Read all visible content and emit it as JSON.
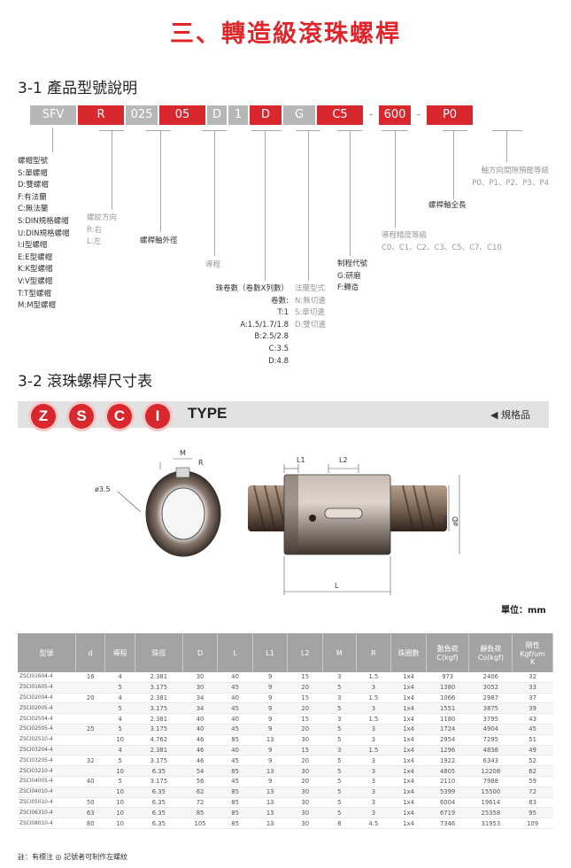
{
  "title": "三、轉造級滾珠螺桿",
  "section1": {
    "heading": "3-1 產品型號說明",
    "codes": [
      {
        "t": "SFV",
        "c": "g",
        "w": 52
      },
      {
        "t": "R",
        "c": "r",
        "w": 52
      },
      {
        "t": "025",
        "c": "g",
        "w": 36
      },
      {
        "t": "05",
        "c": "r",
        "w": 52
      },
      {
        "t": "D",
        "c": "g",
        "w": 22
      },
      {
        "t": "1",
        "c": "g",
        "w": 22
      },
      {
        "t": "D",
        "c": "r",
        "w": 36
      },
      {
        "t": "G",
        "c": "g",
        "w": 36
      },
      {
        "t": "C5",
        "c": "r",
        "w": 52
      },
      {
        "t": "-",
        "c": "d",
        "w": 14
      },
      {
        "t": "600",
        "c": "r",
        "w": 36
      },
      {
        "t": "-",
        "c": "d",
        "w": 14
      },
      {
        "t": "P0",
        "c": "r",
        "w": 52
      }
    ],
    "nut_type": "螺帽型號\nS:單螺帽\nD:雙螺帽\nF:有法蘭\nC:無法蘭\nS:DIN規格螺帽\nU:DIN規格螺帽\nI:I型螺帽\nE:E型螺帽\nK:K型螺帽\nV:V型螺帽\nT:T型螺帽\nM:M型螺帽",
    "thread_dir": "螺紋方向\nR:右\nL:左",
    "outer_dia": "螺桿軸外徑",
    "lead": "導程",
    "turns": "珠卷數（卷數X列數）\n卷數:\nT:1\nA:1.5/1.7/1.8\nB:2.5/2.8\nC:3.5\nD:4.8",
    "flange": "法蘭型式\nN:無切邊\nS:單切邊\nD:雙切邊",
    "process": "制程代號\nG:研磨\nF:轉造",
    "accuracy": "導程精度等級\nC0、C1、C2、C3、C5、C7、C10",
    "length": "螺桿軸全長",
    "preload": "軸方向間隙預壓等級\nP0、P1、P2、P3、P4"
  },
  "section2": {
    "heading": "3-2 滾珠螺桿尺寸表",
    "badges": [
      "Z",
      "S",
      "C",
      "I"
    ],
    "type_label": "TYPE",
    "spec_link": "◀ 規格品",
    "unit": "單位：mm",
    "dim_labels": {
      "m": "M",
      "r": "R",
      "hole": "ø3.5",
      "l1": "L1",
      "l2": "L2",
      "l": "L",
      "d": "ød",
      "D": "øD"
    }
  },
  "table": {
    "headers": [
      "型號",
      "d",
      "導程",
      "珠徑",
      "D",
      "L",
      "L1",
      "L2",
      "M",
      "R",
      "珠圈數",
      "動負荷\nC(kgf)",
      "靜負荷\nCo(kgf)",
      "剛性\nKgf/um\nK"
    ],
    "rows": [
      [
        "ZSCI01604-4",
        "16",
        "4",
        "2.381",
        "30",
        "40",
        "9",
        "15",
        "3",
        "1.5",
        "1x4",
        "973",
        "2406",
        "32"
      ],
      [
        "ZSCI01605-4",
        "",
        "5",
        "3.175",
        "30",
        "45",
        "9",
        "20",
        "5",
        "3",
        "1x4",
        "1380",
        "3052",
        "33"
      ],
      [
        "ZSCI02004-4",
        "20",
        "4",
        "2.381",
        "34",
        "40",
        "9",
        "15",
        "3",
        "1.5",
        "1x4",
        "1066",
        "2987",
        "37"
      ],
      [
        "ZSCI02005-4",
        "",
        "5",
        "3.175",
        "34",
        "45",
        "9",
        "20",
        "5",
        "3",
        "1x4",
        "1551",
        "3875",
        "39"
      ],
      [
        "ZSCI02504-4",
        "",
        "4",
        "2.381",
        "40",
        "40",
        "9",
        "15",
        "3",
        "1.5",
        "1x4",
        "1180",
        "3795",
        "43"
      ],
      [
        "ZSCI02505-4",
        "25",
        "5",
        "3.175",
        "40",
        "45",
        "9",
        "20",
        "5",
        "3",
        "1x4",
        "1724",
        "4904",
        "45"
      ],
      [
        "ZSCI02510-4",
        "",
        "10",
        "4.762",
        "46",
        "85",
        "13",
        "30",
        "5",
        "3",
        "1x4",
        "2954",
        "7295",
        "51"
      ],
      [
        "ZSCI03204-4",
        "",
        "4",
        "2.381",
        "46",
        "40",
        "9",
        "15",
        "3",
        "1.5",
        "1x4",
        "1296",
        "4838",
        "49"
      ],
      [
        "ZSCI03205-4",
        "32",
        "5",
        "3.175",
        "46",
        "45",
        "9",
        "20",
        "5",
        "3",
        "1x4",
        "1922",
        "6343",
        "52"
      ],
      [
        "ZSCI03210-4",
        "",
        "10",
        "6.35",
        "54",
        "85",
        "13",
        "30",
        "5",
        "3",
        "1x4",
        "4805",
        "12208",
        "62"
      ],
      [
        "ZSCI04005-4",
        "40",
        "5",
        "3.175",
        "56",
        "45",
        "9",
        "20",
        "5",
        "3",
        "1x4",
        "2110",
        "7988",
        "59"
      ],
      [
        "ZSCI04010-4",
        "",
        "10",
        "6.35",
        "62",
        "85",
        "13",
        "30",
        "5",
        "3",
        "1x4",
        "5399",
        "15500",
        "72"
      ],
      [
        "ZSCI05010-4",
        "50",
        "10",
        "6.35",
        "72",
        "85",
        "13",
        "30",
        "5",
        "3",
        "1x4",
        "6004",
        "19614",
        "83"
      ],
      [
        "ZSCI06310-4",
        "63",
        "10",
        "6.35",
        "85",
        "85",
        "13",
        "30",
        "5",
        "3",
        "1x4",
        "6719",
        "25358",
        "95"
      ],
      [
        "ZSCI08010-4",
        "80",
        "10",
        "6.35",
        "105",
        "85",
        "13",
        "30",
        "8",
        "4.5",
        "1x4",
        "7346",
        "31953",
        "109"
      ]
    ]
  },
  "footnote_label": "註：",
  "footnote": "有標注 ◎ 記號者可制作左螺紋",
  "colors": {
    "accent": "#d9272e",
    "grey_seg": "#b7b7b7"
  }
}
